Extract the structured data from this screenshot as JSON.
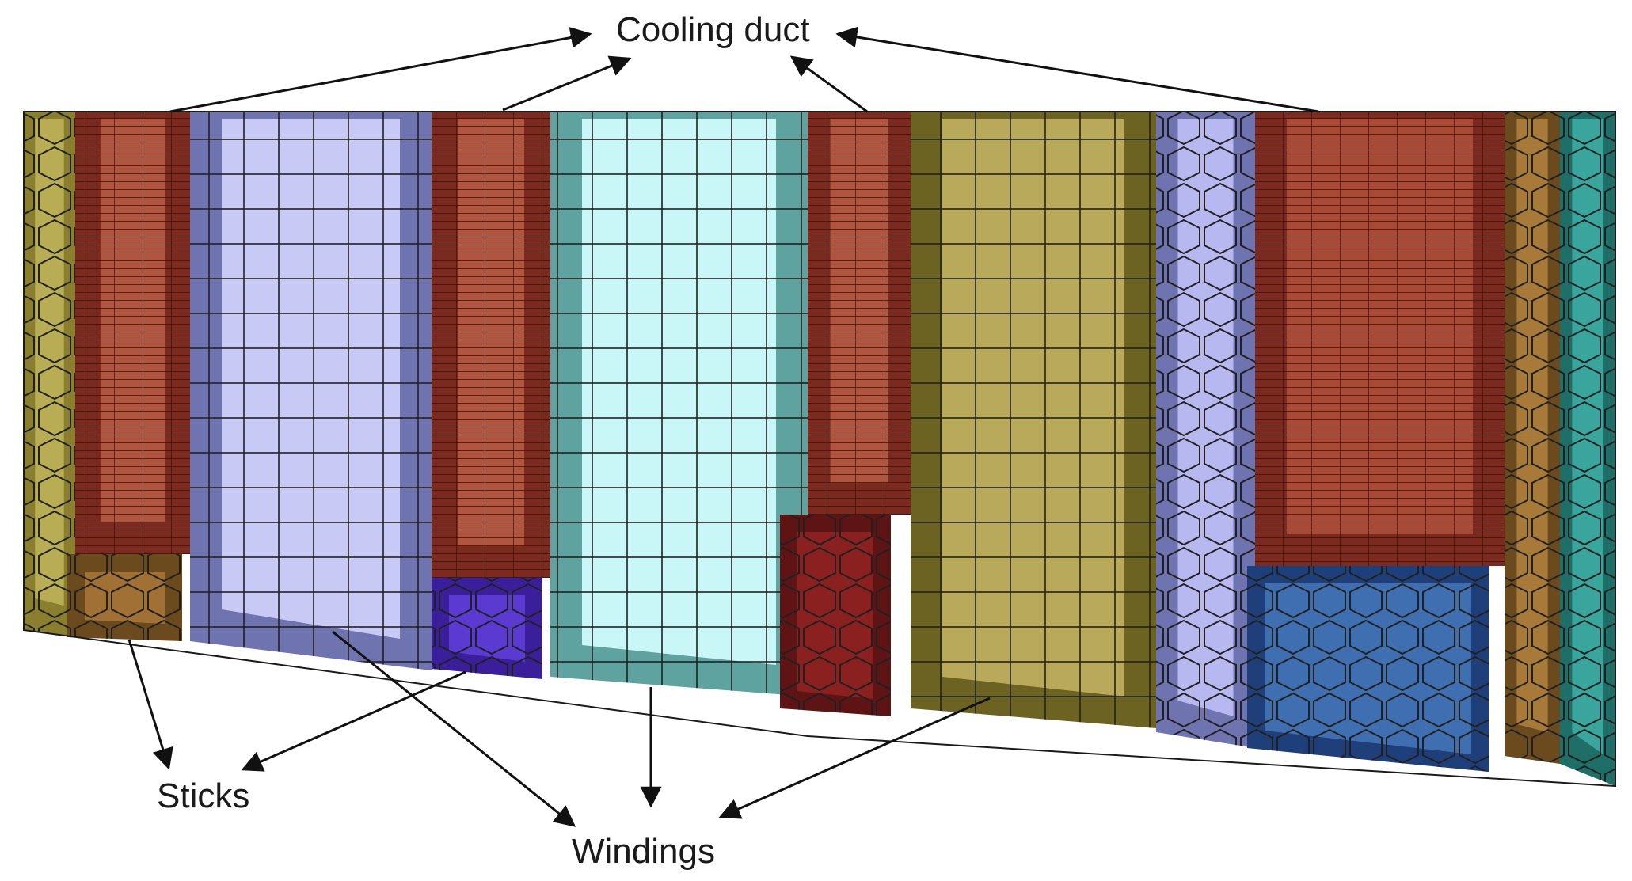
{
  "labels": {
    "cooling_duct": "Cooling duct",
    "sticks": "Sticks",
    "windings": "Windings"
  },
  "regions": [
    {
      "name": "winding-left-edge",
      "kind": "winding",
      "color": "#8a7f2f",
      "light": "#b8ad55"
    },
    {
      "name": "cooling-duct-1",
      "kind": "cooling-duct",
      "color": "#7a2a1e",
      "light": "#b05540"
    },
    {
      "name": "winding-1",
      "kind": "winding",
      "color": "#6f73b0",
      "light": "#c8c9f5"
    },
    {
      "name": "cooling-duct-2",
      "kind": "cooling-duct",
      "color": "#7a2a1e",
      "light": "#b05540"
    },
    {
      "name": "winding-2",
      "kind": "winding",
      "color": "#5fa3a0",
      "light": "#c9f7f7"
    },
    {
      "name": "cooling-duct-3",
      "kind": "cooling-duct",
      "color": "#7a2a1e",
      "light": "#b05540"
    },
    {
      "name": "winding-3",
      "kind": "winding",
      "color": "#6c6322",
      "light": "#b9a95a"
    },
    {
      "name": "winding-4",
      "kind": "winding",
      "color": "#6f73b0",
      "light": "#b7b8ef"
    },
    {
      "name": "cooling-duct-4",
      "kind": "cooling-duct",
      "color": "#7a2a1e",
      "light": "#a84a36"
    },
    {
      "name": "winding-right-brown",
      "kind": "winding",
      "color": "#6b4a1e",
      "light": "#a77a3a"
    },
    {
      "name": "winding-right-teal",
      "kind": "winding",
      "color": "#1f6e68",
      "light": "#3aa59c"
    }
  ],
  "sticks": [
    {
      "name": "stick-1",
      "color": "#6b4a1e",
      "light": "#a07035"
    },
    {
      "name": "stick-2",
      "color": "#3b1f9a",
      "light": "#5a3ad0"
    },
    {
      "name": "stick-3",
      "color": "#5e1414",
      "light": "#8a2020"
    },
    {
      "name": "stick-4",
      "color": "#1e3f7a",
      "light": "#3f6fb0"
    }
  ]
}
